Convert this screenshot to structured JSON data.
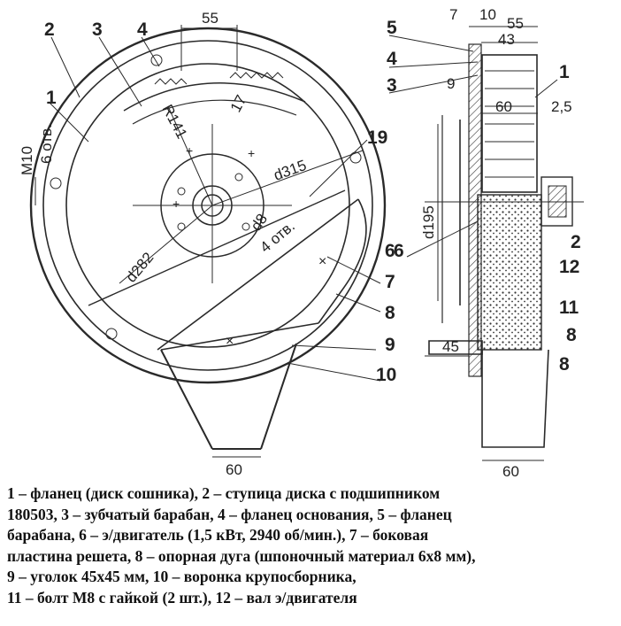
{
  "labels": {
    "front": {
      "n1": "1",
      "n2": "2",
      "n3": "3",
      "n4": "4",
      "n6": "6",
      "n7": "7",
      "n8": "8",
      "n9": "9",
      "n10": "10",
      "n19": "19"
    },
    "side": {
      "n5": "5",
      "n4": "4",
      "n3": "3",
      "n1": "1",
      "n6": "6",
      "n2": "2",
      "n12": "12",
      "n11": "11",
      "n8a": "8",
      "n8b": "8"
    }
  },
  "dims": {
    "front": {
      "d55": "55",
      "r141": "R141",
      "d17": "17",
      "d315": "d315",
      "d8": "d8",
      "holes4": "4 отв.",
      "d282": "d282",
      "m10": "M10",
      "holes6": "6 отв.",
      "d60": "60"
    },
    "side": {
      "d7": "7",
      "d10": "10",
      "d55": "55",
      "d43": "43",
      "d9": "9",
      "d60": "60",
      "d2_5": "2,5",
      "d195": "d195",
      "d45": "45",
      "d60b": "60"
    }
  },
  "caption": [
    "1 – фланец (диск сошника), 2 – ступица диска с подшипником",
    "180503, 3 – зубчатый барабан, 4 – фланец основания, 5 – фланец",
    "барабана, 6 – э/двигатель (1,5 кВт, 2940 об/мин.), 7 – боковая",
    "пластина решета, 8 – опорная дуга (шпоночный материал 6х8 мм),",
    "9 – уголок 45х45 мм, 10 – воронка крупосборника,",
    "11 – болт М8 с гайкой (2 шт.), 12 – вал э/двигателя"
  ]
}
